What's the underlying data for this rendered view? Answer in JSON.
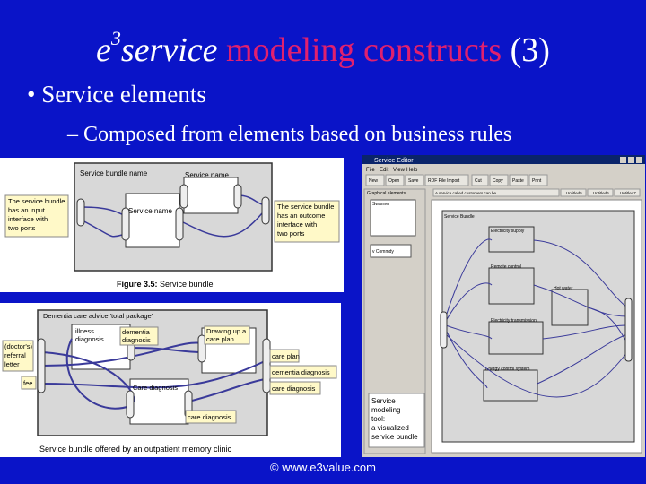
{
  "slide": {
    "title_e": "e",
    "title_sup": "3",
    "title_service": "service",
    "title_modeling": " modeling constructs",
    "title_number": " (3)",
    "bullet_marker": "•",
    "bullet": "Service elements",
    "subbullet_marker": "–",
    "subbullet": "Composed from elements based on business rules",
    "copyright": "© www.e3value.com"
  },
  "bundle_figure": {
    "bundle_name": "Service bundle name",
    "service_name_top": "Service name",
    "service_name_inner": "Service name",
    "input_note": [
      "The service bundle",
      "has an input",
      "interface with",
      "two ports"
    ],
    "outcome_note": [
      "The service bundle",
      "has an outcome",
      "interface with",
      "two ports"
    ],
    "caption_bold": "Figure 3.5:",
    "caption_text": " Service bundle"
  },
  "dementia_figure": {
    "package_name": "Dementia care advice 'total package'",
    "illness": [
      "illness",
      "diagnosis"
    ],
    "dementia_diag": [
      "dementia",
      "diagnosis"
    ],
    "drawing_plan": [
      "Drawing up a",
      "care plan"
    ],
    "referral": [
      "(doctor's)",
      "referral",
      "letter"
    ],
    "fee": "fee",
    "care_plan": "care plan",
    "dementia_diagnosis": "dementia diagnosis",
    "care_diagnosis_out": "care diagnosis",
    "care_diagnosis": "Care diagnosis",
    "care_diagnosis_small": "care diagnosis",
    "caption": "Service bundle offered by an outpatient memory clinic"
  },
  "editor": {
    "window_title": "Service Editor",
    "menu": [
      "File",
      "Edit",
      "View",
      "Help"
    ],
    "toolbar": [
      "New",
      "Open",
      "Save",
      "RDF File Import",
      "Cut",
      "Copy",
      "Paste",
      "Print"
    ],
    "palette_title": "Graphical elements",
    "tabs": [
      "A service called customers can be ...",
      "Untitled5",
      "Untitled6",
      "Untitled7"
    ],
    "palette_items": [
      "Swanner",
      "v Commdy"
    ],
    "boxes": [
      "Service Bundle",
      "Electricity supply",
      "Remote control",
      "Hot water",
      "Electricity transmission",
      "Energy control system"
    ],
    "note": [
      "Service",
      "modeling",
      "tool:",
      "a visualized",
      "service bundle"
    ]
  }
}
